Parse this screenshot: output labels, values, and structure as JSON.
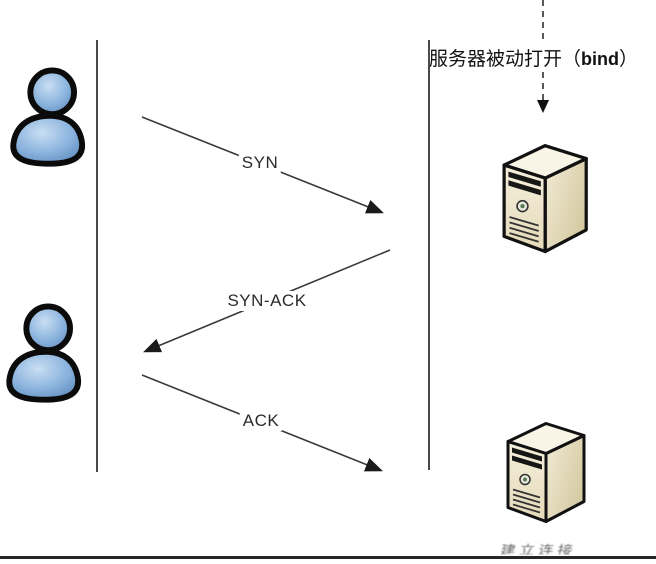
{
  "diagram": {
    "kind": "tcp-three-way-handshake-sequence-diagram",
    "server_annotation": {
      "prefix": "服务器被动打开（",
      "bind_word": "bind",
      "suffix": "）"
    },
    "messages": [
      {
        "label": "SYN",
        "direction": "client-to-server"
      },
      {
        "label": "SYN-ACK",
        "direction": "server-to-client"
      },
      {
        "label": "ACK",
        "direction": "client-to-server"
      }
    ],
    "footer": {
      "clipped_text": "建立连接"
    },
    "icons": {
      "client": "person-icon",
      "server": "server-icon",
      "dashed_down_arrow": "dashed-arrow-down-icon"
    },
    "colors": {
      "lifeline": "#4a4a4a",
      "arrow": "#1a1a1a",
      "person_blue": "#6f9fd0",
      "server_beige": "#e9e1c5",
      "text": "#111111",
      "bottom_rule": "#262626"
    }
  }
}
